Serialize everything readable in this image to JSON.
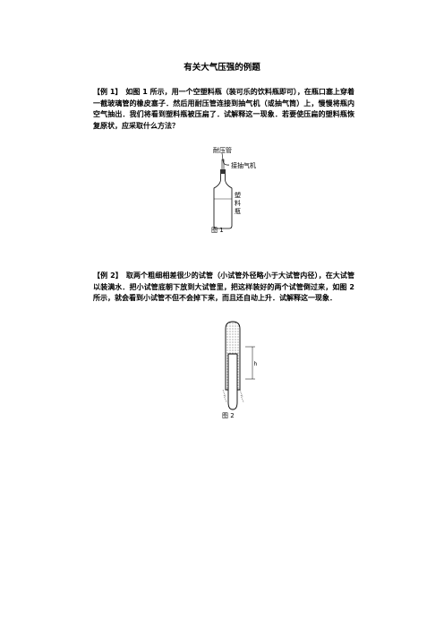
{
  "title": "有关大气压强的例题",
  "example1": {
    "tag": "【例 1】",
    "text": "如图 1 所示，用一个空塑料瓶（装可乐的饮料瓶即可），在瓶口塞上穿着一截玻璃管的橡皮塞子．然后用耐压管连接到抽气机（或抽气筒）上，慢慢将瓶内空气抽出．我们将看到塑料瓶被压扁了．试解释这一现象．若要使压扁的塑料瓶恢复原状，应采取什么方法？"
  },
  "figure1": {
    "label_tube": "耐压管",
    "label_pump": "接抽气机",
    "label_bottle": [
      "塑",
      "料",
      "瓶"
    ],
    "caption": "图 1"
  },
  "example2": {
    "tag": "【例 2】",
    "text": "取两个粗细相差很少的试管（小试管外径略小于大试管内径），在大试管以装满水．把小试管底朝下放到大试管里，把这样装好的两个试管倒过来，如图 2 所示，就会看到小试管不但不会掉下来，而且还自动上升．试解释这一现象．"
  },
  "figure2": {
    "label_h": "h",
    "caption": "图 2"
  }
}
